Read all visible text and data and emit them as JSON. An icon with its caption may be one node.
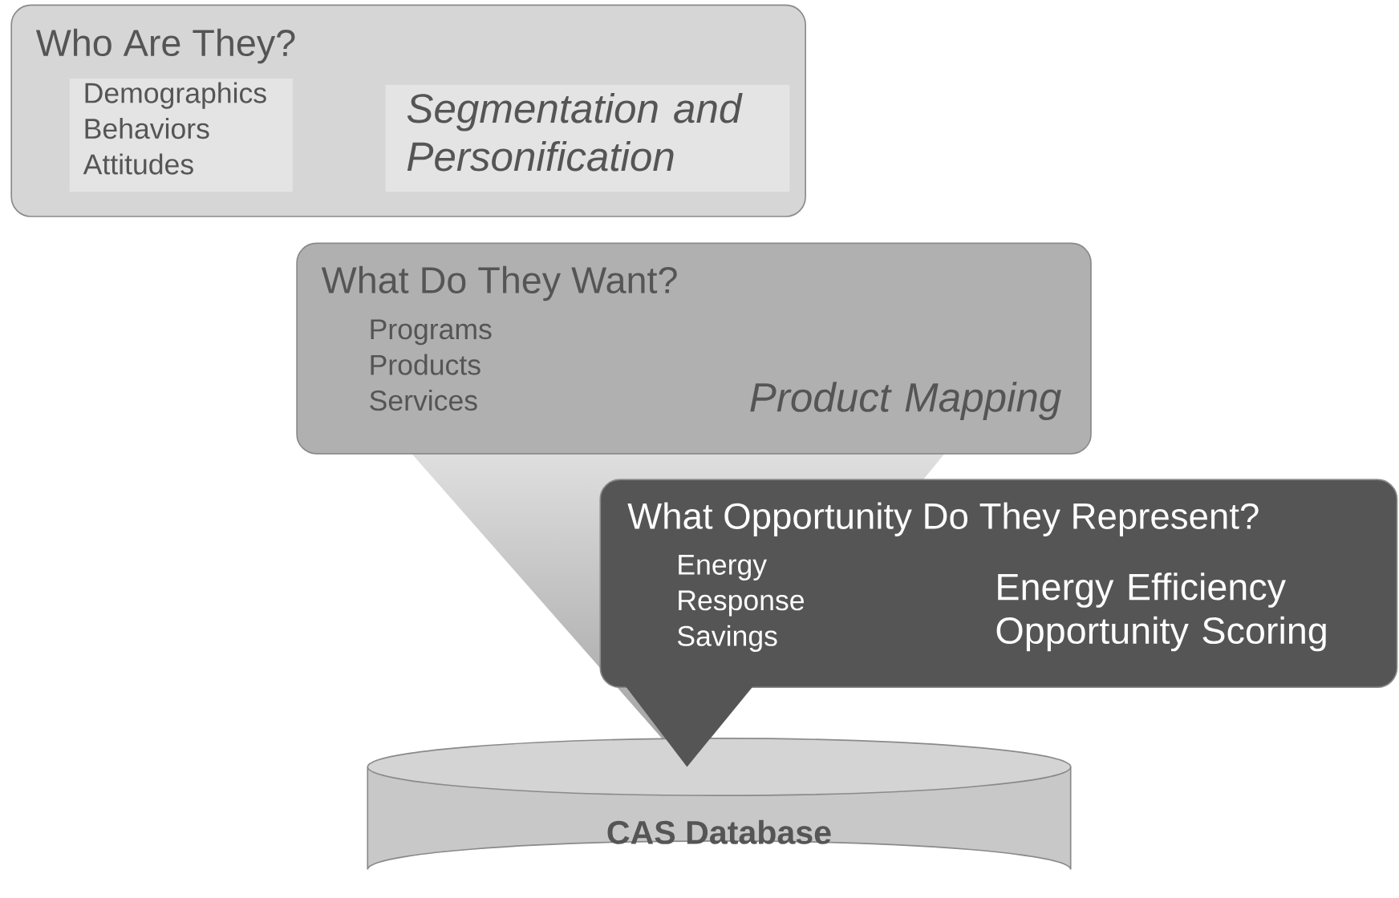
{
  "diagram": {
    "nodes": [
      {
        "text": [
          "Who Are They?",
          "Demographics Behaviors Attitudes",
          "Segmentation and Personification"
        ]
      },
      {
        "text": [
          "What Do They Want?",
          "Programs Products Services",
          "Product Mapping"
        ]
      },
      {
        "text": [
          "What Opportunity Do They Represent?",
          "Energy Response Savings",
          "Energy Efficiency Opportunity Scoring"
        ]
      },
      {
        "text": [
          "CAS Database"
        ]
      }
    ]
  }
}
